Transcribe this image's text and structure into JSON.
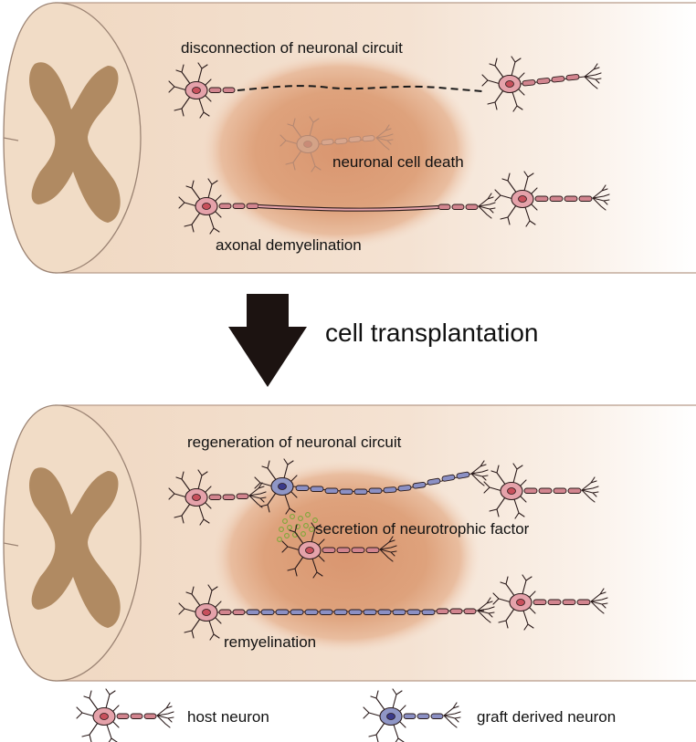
{
  "colors": {
    "cord": "#f2ddc9",
    "cord_edge": "#9c8474",
    "cross_section": "#f0dbc4",
    "gray_matter": "#b08a62",
    "lesion": "#dca27a",
    "host_soma": "#e5a2aa",
    "host_nucleus": "#c8505c",
    "host_myelin": "#d2858f",
    "graft_soma": "#8f96c6",
    "graft_nucleus": "#3a3a8a",
    "graft_myelin": "#8b90c4",
    "dead_neuron": "#c9987a",
    "neurotrophic_dots": "#7ea83a",
    "arrow": "#1c1311"
  },
  "top_panel": {
    "label_disconnection": "disconnection of neuronal circuit",
    "label_cell_death": "neuronal cell death",
    "label_demyelination": "axonal demyelination"
  },
  "transition": {
    "label": "cell transplantation",
    "icon": "down-arrow-icon"
  },
  "bottom_panel": {
    "label_regeneration": "regeneration of neuronal circuit",
    "label_secretion": "secretion of neurotrophic factor",
    "label_remyelination": "remyelination"
  },
  "legend": {
    "host_label": "host neuron",
    "graft_label": "graft derived neuron"
  }
}
